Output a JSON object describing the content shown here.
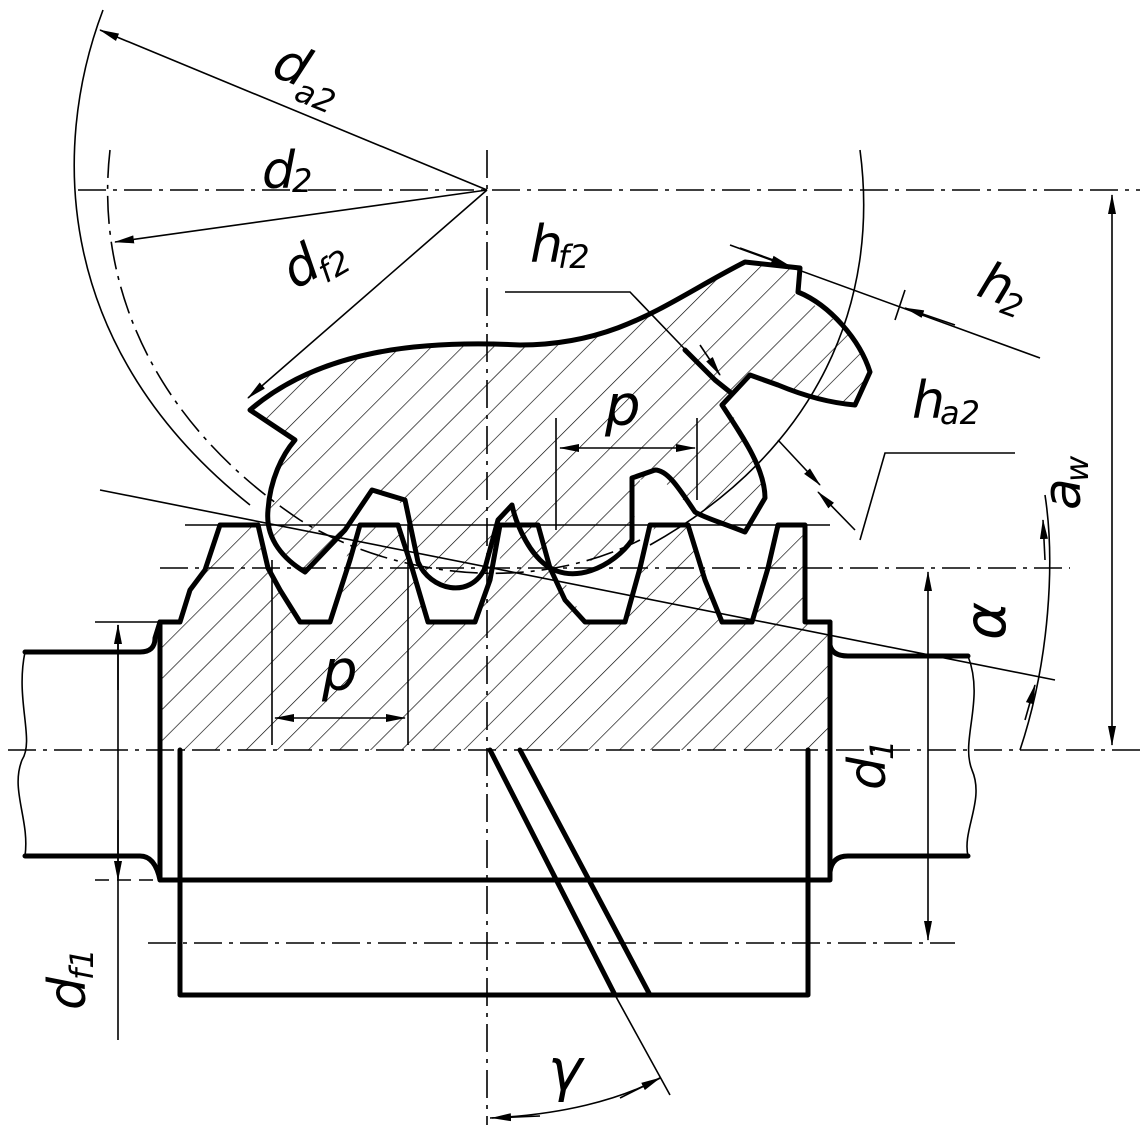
{
  "diagram": {
    "labels": {
      "da2": "d",
      "da2_sub": "a2",
      "d2": "d",
      "d2_sub": "2",
      "df2": "d",
      "df2_sub": "f2",
      "hf2": "h",
      "hf2_sub": "f2",
      "h2": "h",
      "h2_sub": "2",
      "ha2": "h",
      "ha2_sub": "a2",
      "p_top": "p",
      "p_bottom": "p",
      "aw": "a",
      "aw_sub": "w",
      "alpha": "α",
      "d1": "d",
      "d1_sub": "1",
      "df1": "d",
      "df1_sub": "f1",
      "gamma": "γ"
    },
    "colors": {
      "line": "#000000",
      "background": "#ffffff"
    }
  }
}
